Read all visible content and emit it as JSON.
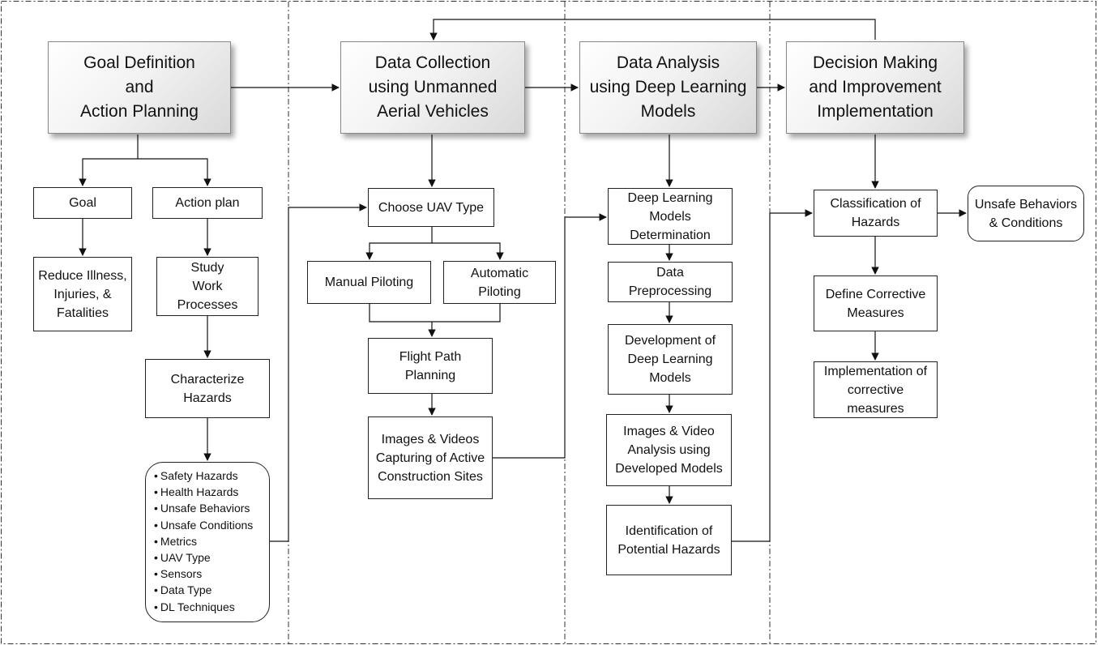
{
  "phases": [
    {
      "id": "p1",
      "label": "Goal Definition\nand\nAction Planning"
    },
    {
      "id": "p2",
      "label": "Data Collection\nusing Unmanned\nAerial Vehicles"
    },
    {
      "id": "p3",
      "label": "Data Analysis\nusing Deep Learning\nModels"
    },
    {
      "id": "p4",
      "label": "Decision Making\nand Improvement\nImplementation"
    }
  ],
  "steps": {
    "goal": "Goal",
    "action_plan": "Action plan",
    "reduce": "Reduce Illness,\nInjuries, &\nFatalities",
    "study": "Study\nWork\nProcesses",
    "characterize": "Characterize\nHazards",
    "choose_uav": "Choose UAV Type",
    "manual": "Manual Piloting",
    "automatic": "Automatic\nPiloting",
    "flight_path": "Flight Path\nPlanning",
    "capture": "Images & Videos\nCapturing of Active\nConstruction Sites",
    "dl_determination": "Deep Learning\nModels\nDetermination",
    "preprocessing": "Data\nPreprocessing",
    "development": "Development of\nDeep Learning\nModels",
    "analysis": "Images & Video\nAnalysis using\nDeveloped Models",
    "identification": "Identification of\nPotential Hazards",
    "classification": "Classification of\nHazards",
    "unsafe": "Unsafe Behaviors\n& Conditions",
    "define_measures": "Define Corrective\nMeasures",
    "implementation": "Implementation of\ncorrective\nmeasures"
  },
  "considerations": [
    "Safety Hazards",
    "Health Hazards",
    "Unsafe Behaviors",
    "Unsafe Conditions",
    "Metrics",
    "UAV Type",
    "Sensors",
    "Data Type",
    "DL Techniques"
  ]
}
